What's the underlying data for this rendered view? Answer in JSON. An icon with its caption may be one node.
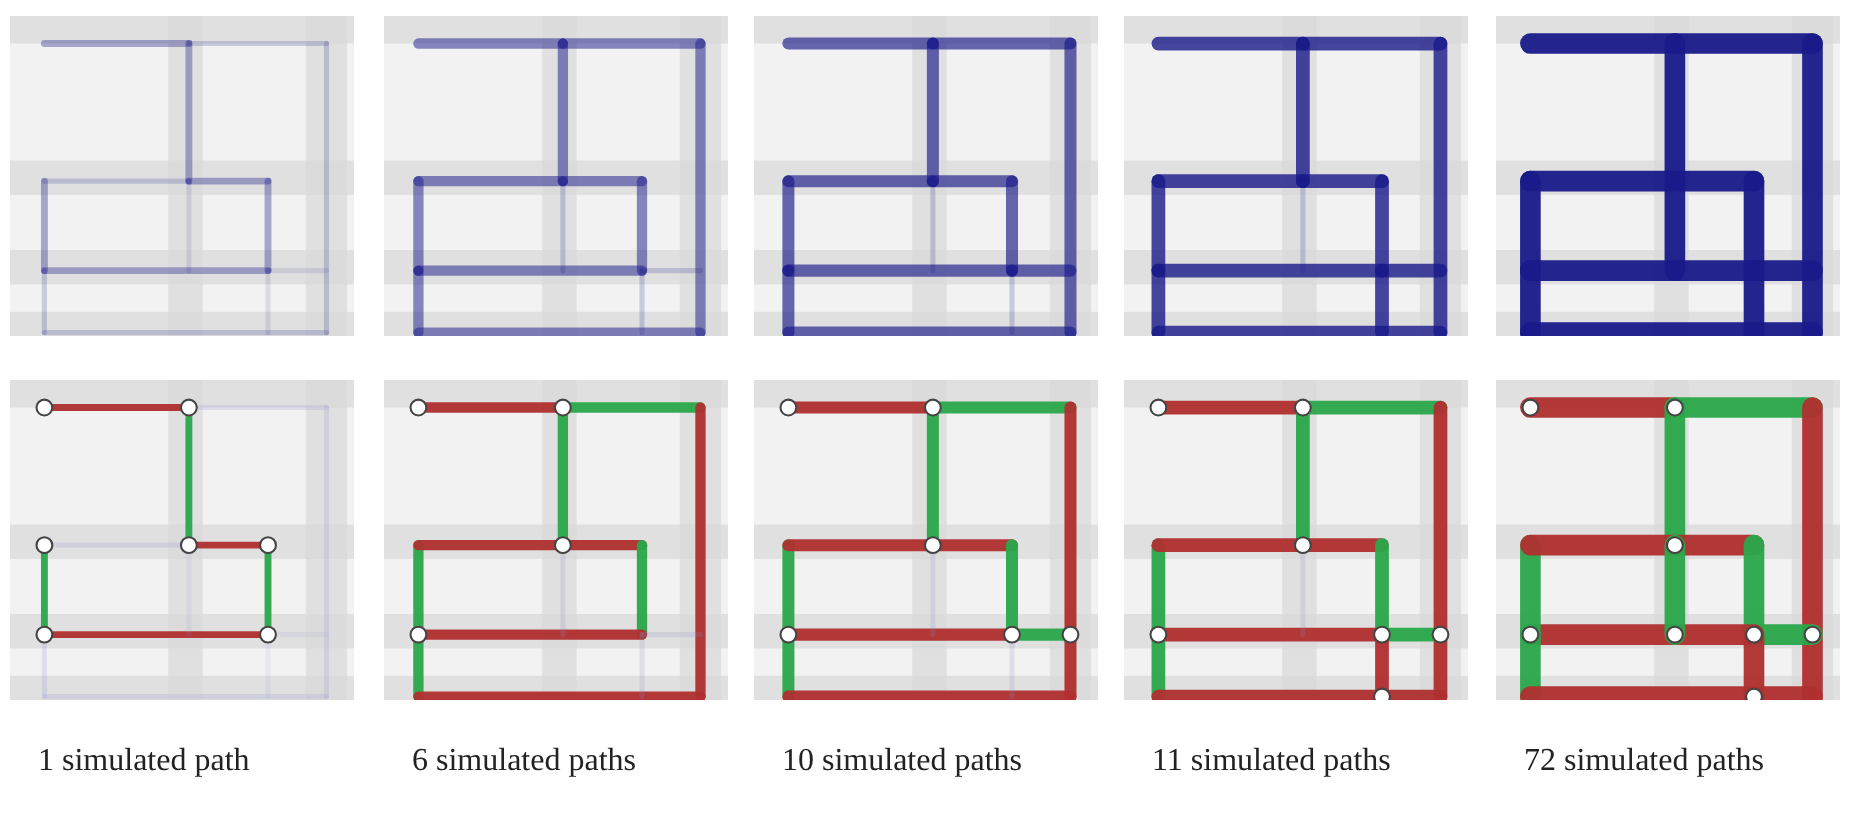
{
  "diagram": {
    "labels": [
      "1 simulated path",
      "6 simulated paths",
      "10 simulated paths",
      "11 simulated paths",
      "72 simulated paths"
    ]
  }
}
